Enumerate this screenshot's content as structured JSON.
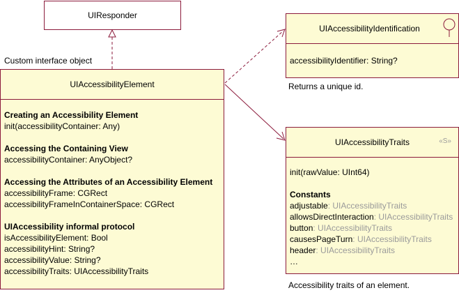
{
  "uiresponder": {
    "title": "UIResponder"
  },
  "custom_label": "Custom interface object",
  "element": {
    "title": "UIAccessibilityElement",
    "sections": [
      {
        "heading": "Creating an Accessibility Element",
        "lines": [
          "init(accessibilityContainer: Any)"
        ]
      },
      {
        "heading": "Accessing the Containing View",
        "lines": [
          "accessibilityContainer: AnyObject?"
        ]
      },
      {
        "heading": "Accessing the Attributes of an Accessibility Element",
        "lines": [
          "accessibilityFrame: CGRect",
          "accessibilityFrameInContainerSpace: CGRect"
        ]
      },
      {
        "heading": "UIAccessibility informal protocol",
        "lines": [
          "isAccessibilityElement: Bool",
          "accessibilityHint: String?",
          "accessibilityValue: String?",
          "accessibilityTraits: UIAccessibilityTraits"
        ]
      }
    ]
  },
  "identification": {
    "title": "UIAccessibilityIdentification",
    "member": "accessibilityIdentifier: String?",
    "note": "Returns a unique id."
  },
  "traits": {
    "title": "UIAccessibilityTraits",
    "stereotype": "«S»",
    "init": "init(rawValue: UInt64)",
    "constants_heading": "Constants",
    "constants": [
      {
        "name": "adjustable",
        "type": ": UIAccessibilityTraits"
      },
      {
        "name": "allowsDirectInteraction",
        "type": ": UIAccessibilityTraits"
      },
      {
        "name": "button",
        "type": ": UIAccessibilityTraits"
      },
      {
        "name": "causesPageTurn",
        "type": ": UIAccessibilityTraits"
      },
      {
        "name": "header",
        "type": ": UIAccessibilityTraits"
      }
    ],
    "ellipsis": "…",
    "note": "Accessibility traits of an element."
  },
  "colors": {
    "stroke": "#8b1a3b",
    "class_fill": "#fdfbd4",
    "muted_text": "#9a9a9a"
  }
}
